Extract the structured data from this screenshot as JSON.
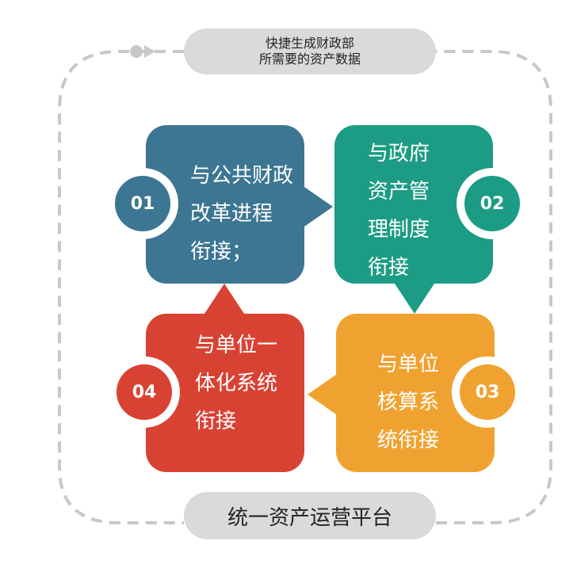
{
  "top_label": {
    "line1": "快捷生成财政部",
    "line2": "所需要的资产数据"
  },
  "bottom_label": "统一资产运营平台",
  "colors": {
    "blue": "#3c7692",
    "green": "#1c9c84",
    "orange": "#f0a230",
    "red": "#d84233",
    "loop": "#c8c8c8",
    "pill": "#dadada"
  },
  "cards": [
    {
      "number": "01",
      "lines": [
        "与公共财政",
        "改革进程",
        "衔接；"
      ]
    },
    {
      "number": "02",
      "lines": [
        "与政府",
        "资产管",
        "理制度",
        "衔接"
      ]
    },
    {
      "number": "03",
      "lines": [
        "与单位",
        "核算系",
        "统衔接"
      ]
    },
    {
      "number": "04",
      "lines": [
        "与单位一",
        "体化系统",
        "衔接"
      ]
    }
  ]
}
